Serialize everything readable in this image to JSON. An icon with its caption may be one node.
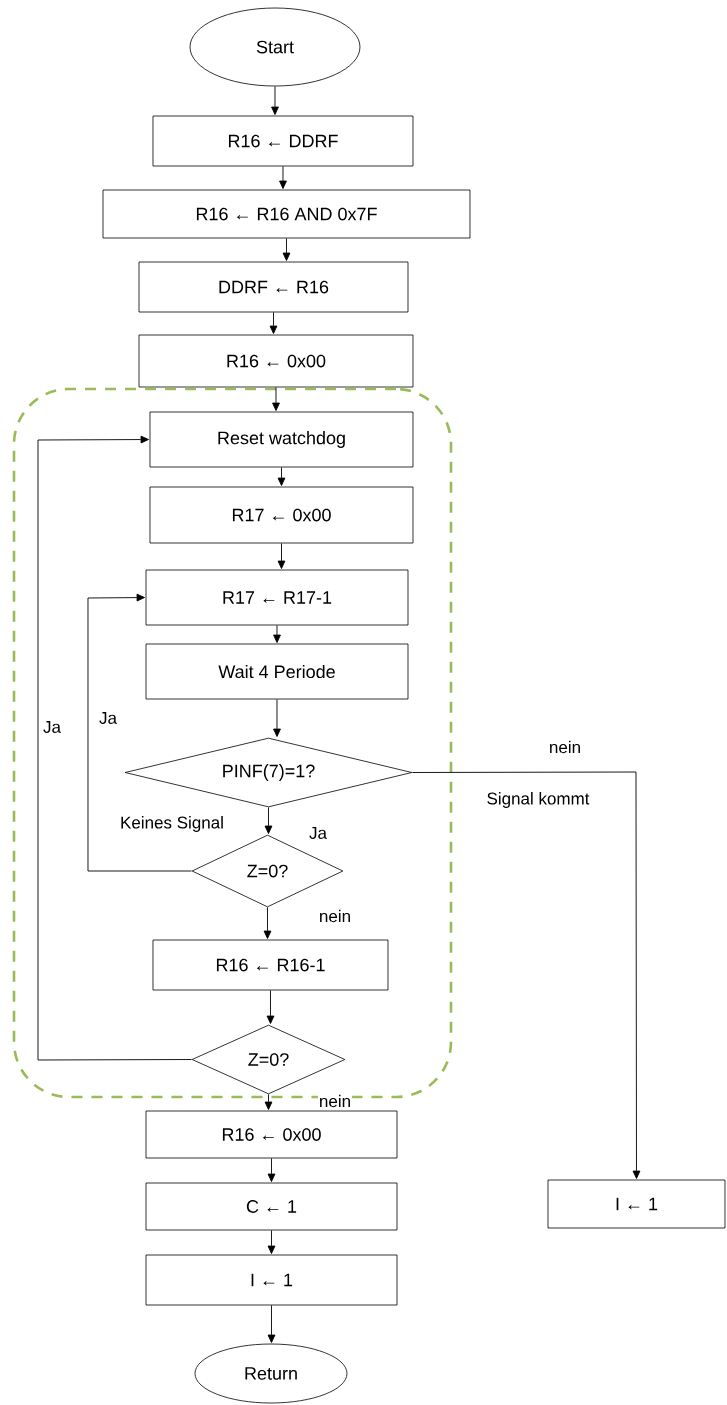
{
  "diagram": {
    "nodes": [
      {
        "text": [
          "Start"
        ]
      },
      {
        "text": [
          "R16 ← DDRF"
        ]
      },
      {
        "text": [
          "R16 ← R16 AND 0x7F"
        ]
      },
      {
        "text": [
          "DDRF ← R16"
        ]
      },
      {
        "text": [
          "R16 ← 0x00"
        ]
      },
      {
        "text": [],
        "shape": "box"
      },
      {
        "text": [
          "Reset watchdog"
        ],
        "in": 5
      },
      {
        "text": [
          "R17 ← 0x00"
        ],
        "in": 5
      },
      {
        "text": [
          "R17 ← R17-1"
        ],
        "in": 5
      },
      {
        "text": [
          "Wait 4 Periode"
        ],
        "in": 5
      },
      {
        "text": [
          "PINF(7)=1?"
        ],
        "in": 5
      },
      {
        "text": [
          "Z=0?"
        ],
        "in": 5
      },
      {
        "text": [
          "R16 ← R16-1"
        ],
        "in": 5
      },
      {
        "text": [
          "Z=0?"
        ],
        "in": 5
      },
      {
        "text": [
          "R16 ← 0x00"
        ]
      },
      {
        "text": [
          "C ← 1"
        ]
      },
      {
        "text": [
          "I ← 1"
        ]
      },
      {
        "text": [
          "Return"
        ]
      },
      {
        "text": [
          "I ← 1"
        ]
      }
    ],
    "edges": [
      {
        "from": 0,
        "to": 1,
        "arrow": "to"
      },
      {
        "from": 1,
        "to": 2,
        "arrow": "to"
      },
      {
        "from": 2,
        "to": 3,
        "arrow": "to"
      },
      {
        "from": 3,
        "to": 4,
        "arrow": "to"
      },
      {
        "from": 4,
        "to": 6,
        "arrow": "to"
      },
      {
        "from": 6,
        "to": 7,
        "arrow": "to"
      },
      {
        "from": 7,
        "to": 8,
        "arrow": "to"
      },
      {
        "from": 8,
        "to": 9,
        "arrow": "to"
      },
      {
        "from": 9,
        "to": 10,
        "arrow": "to"
      },
      {
        "from": 10,
        "to": 11,
        "arrow": "to",
        "label": "Ja"
      },
      {
        "from": 10,
        "to": 18,
        "arrow": "to",
        "label": "nein"
      },
      {
        "from": 11,
        "to": 8,
        "arrow": "to",
        "label": "Ja"
      },
      {
        "from": 11,
        "to": 12,
        "arrow": "to",
        "label": "nein"
      },
      {
        "from": 12,
        "to": 13,
        "arrow": "to"
      },
      {
        "from": 13,
        "to": 6,
        "arrow": "to",
        "label": "Ja"
      },
      {
        "from": 13,
        "to": 14,
        "arrow": "to",
        "label": "nein"
      },
      {
        "from": 14,
        "to": 15,
        "arrow": "to"
      },
      {
        "from": 15,
        "to": 16,
        "arrow": "to"
      },
      {
        "from": 16,
        "to": 17,
        "arrow": "to"
      }
    ],
    "labels": [
      "Keines Signal",
      "Signal kommt"
    ]
  }
}
